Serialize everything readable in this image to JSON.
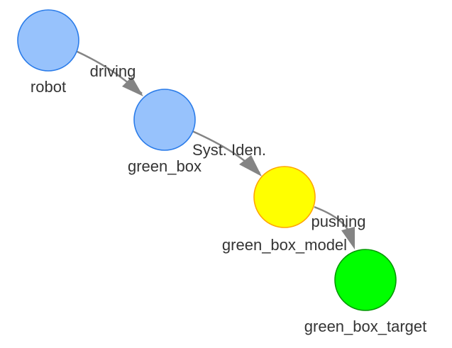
{
  "graph": {
    "nodes": [
      {
        "id": "robot",
        "label": "robot",
        "fill": "#97c2fc",
        "stroke": "#2b7ce9"
      },
      {
        "id": "green_box",
        "label": "green_box",
        "fill": "#97c2fc",
        "stroke": "#2b7ce9"
      },
      {
        "id": "green_box_model",
        "label": "green_box_model",
        "fill": "#ffff00",
        "stroke": "#ffa500"
      },
      {
        "id": "green_box_target",
        "label": "green_box_target",
        "fill": "#00ff00",
        "stroke": "#009900"
      }
    ],
    "edges": [
      {
        "from": "robot",
        "to": "green_box",
        "label": "driving"
      },
      {
        "from": "green_box",
        "to": "green_box_model",
        "label": "Syst. Iden."
      },
      {
        "from": "green_box_model",
        "to": "green_box_target",
        "label": "pushing"
      }
    ],
    "edge_color": "#848484",
    "label_color": "#343434"
  }
}
